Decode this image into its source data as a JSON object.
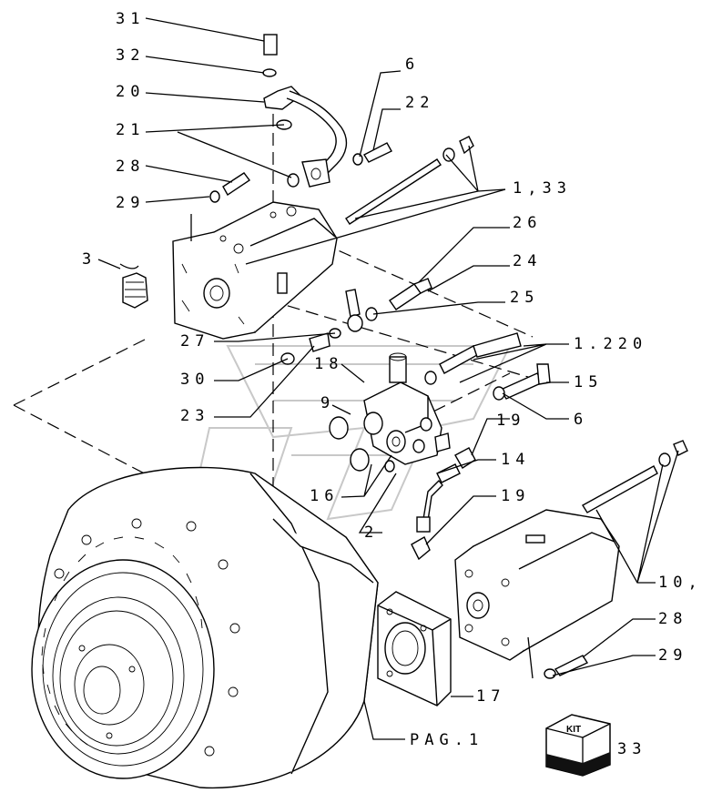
{
  "callouts": {
    "c31": "31",
    "c32": "32",
    "c20": "20",
    "c21": "21",
    "c28a": "28",
    "c29a": "29",
    "c3": "3",
    "c6a": "6",
    "c22": "22",
    "c1_33": "1,33",
    "c26": "26",
    "c24": "24",
    "c25": "25",
    "c27": "27",
    "c30": "30",
    "c23": "23",
    "c18": "18",
    "c9": "9",
    "c16": "16",
    "c2": "2",
    "c1_220": "1.220",
    "c15": "15",
    "c6b": "6",
    "c19a": "19",
    "c14": "14",
    "c19b": "19",
    "c10": "10,",
    "c28b": "28",
    "c29b": "29",
    "c17": "17",
    "pag1": "PAG.1",
    "c33": "33"
  },
  "kit": {
    "label": "KIT"
  }
}
